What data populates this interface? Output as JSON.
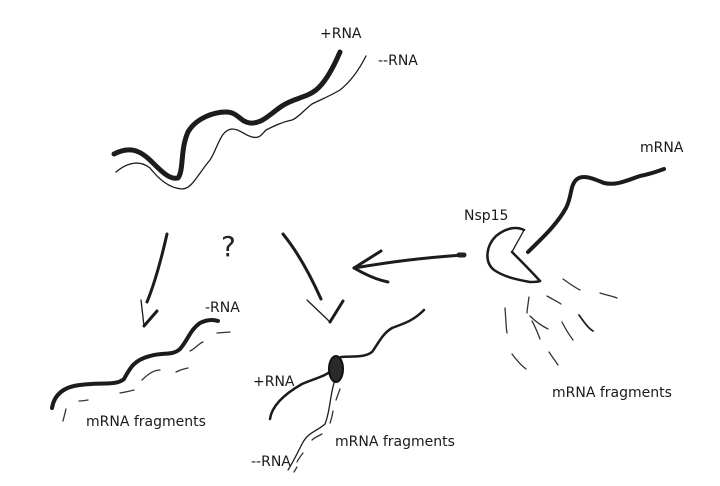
{
  "diagram": {
    "labels": {
      "top_plus_rna": "+RNA",
      "top_minus_rna": "--RNA",
      "mrna": "mRNA",
      "nsp15": "Nsp15",
      "question": "?",
      "left_minus_rna": "-RNA",
      "left_fragments": "mRNA fragments",
      "mid_plus_rna": "+RNA",
      "mid_fragments": "mRNA fragments",
      "mid_minus_rna": "--RNA",
      "right_fragments": "mRNA fragments"
    }
  }
}
